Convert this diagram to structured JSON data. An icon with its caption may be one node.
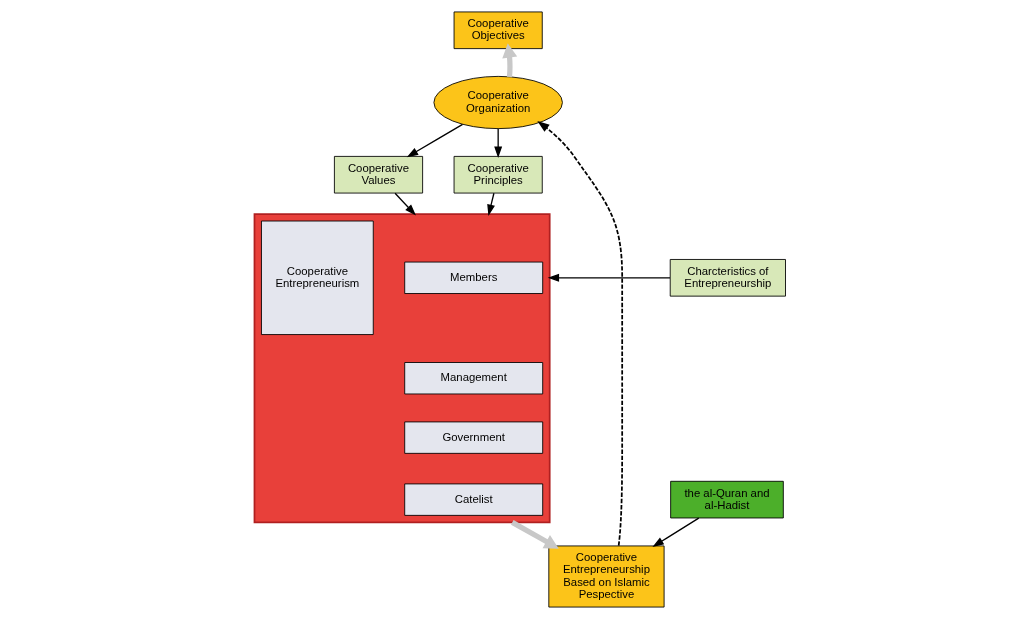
{
  "diagram": {
    "nodes": [
      {
        "text": [
          "Cooperative Objectives"
        ]
      },
      {
        "text": [
          "Cooperative Organization"
        ]
      },
      {
        "text": [
          "Cooperative Values"
        ]
      },
      {
        "text": [
          "Cooperative Principles"
        ]
      },
      {
        "text": [
          "Charcteristics of Entrepreneurship"
        ]
      },
      {
        "text": [],
        "shape": "box"
      },
      {
        "text": [
          "Cooperative Entrepreneurism"
        ],
        "in": 5
      },
      {
        "text": [
          "Members"
        ],
        "in": 5
      },
      {
        "text": [
          "Management"
        ],
        "in": 5
      },
      {
        "text": [
          "Government"
        ],
        "in": 5
      },
      {
        "text": [
          "Catelist"
        ],
        "in": 5
      },
      {
        "text": [
          "the al-Quran and al-Hadist"
        ]
      },
      {
        "text": [
          "Cooperative Entrepreneurship Based on Islamic Pespective"
        ]
      }
    ],
    "edges": [
      {
        "from": 1,
        "to": 0,
        "arrow": "to",
        "style": "thick",
        "color": "#c8c8c8"
      },
      {
        "from": 1,
        "to": 2,
        "arrow": "to"
      },
      {
        "from": 1,
        "to": 3,
        "arrow": "to"
      },
      {
        "from": 2,
        "to": 5,
        "arrow": "to"
      },
      {
        "from": 3,
        "to": 5,
        "arrow": "to"
      },
      {
        "from": 4,
        "to": 5,
        "arrow": "to"
      },
      {
        "from": 5,
        "to": 12,
        "arrow": "to",
        "style": "thick",
        "color": "#c8c8c8"
      },
      {
        "from": 11,
        "to": 12,
        "arrow": "to"
      },
      {
        "from": 12,
        "to": 1,
        "arrow": "to",
        "style": "dashed"
      }
    ]
  }
}
